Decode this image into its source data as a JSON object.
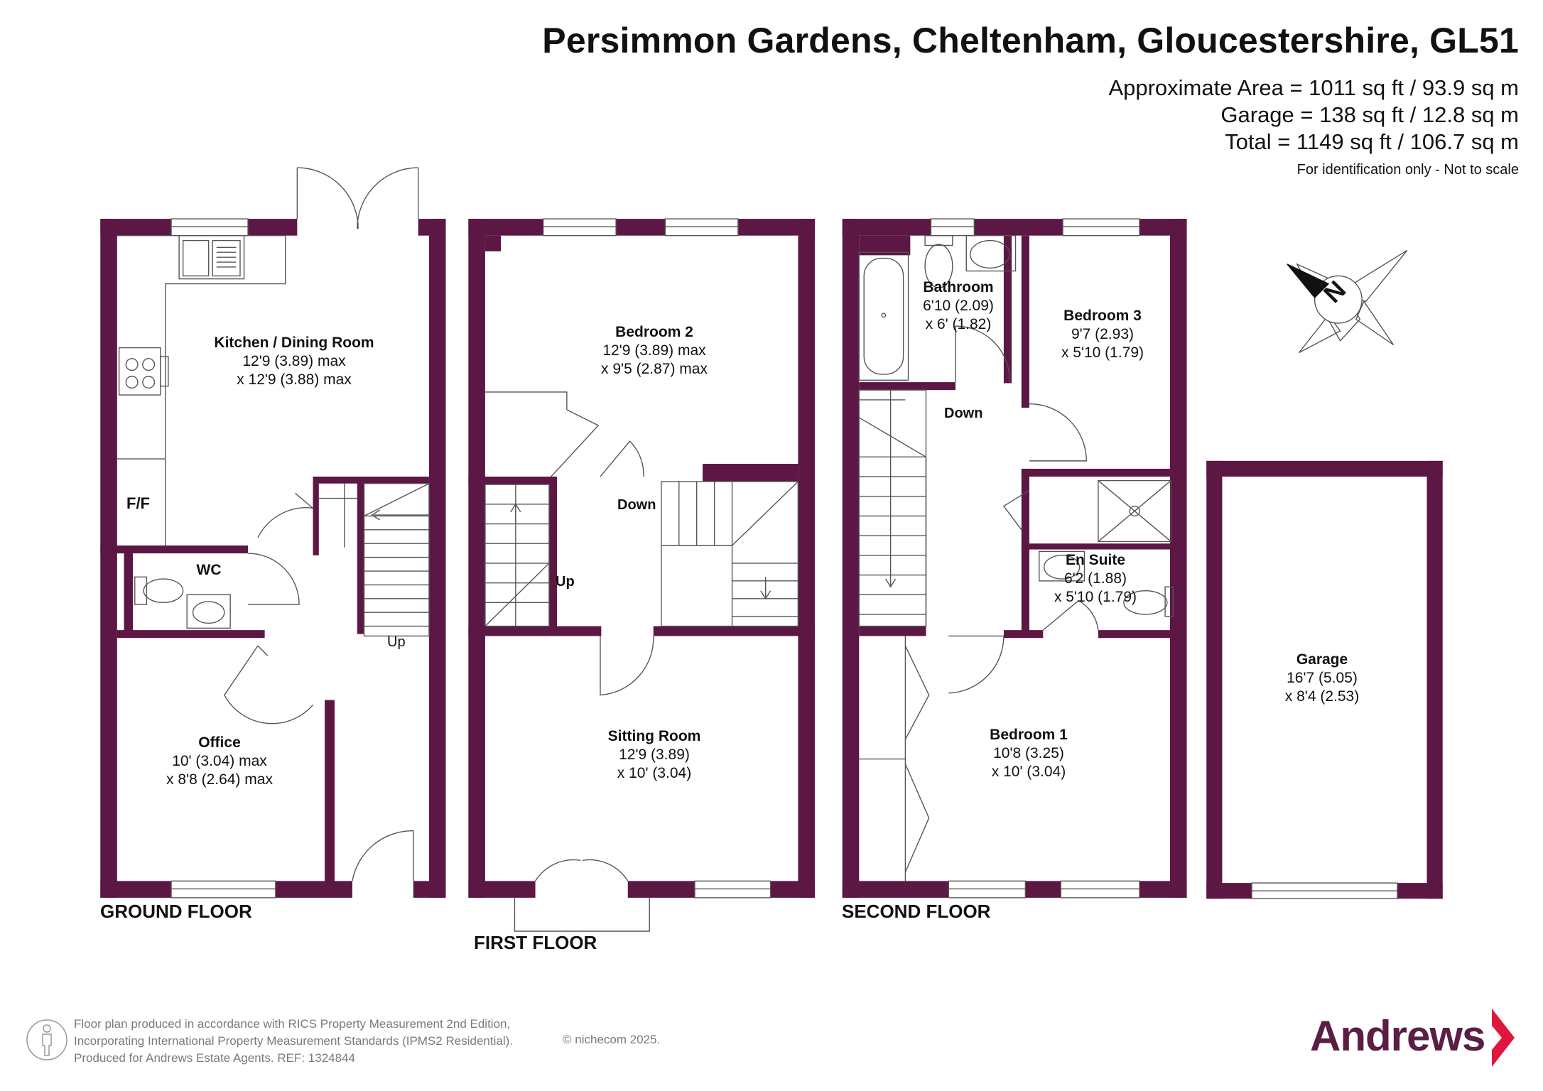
{
  "header": {
    "title": "Persimmon Gardens, Cheltenham, Gloucestershire, GL51",
    "area_main": "Approximate Area = 1011 sq ft / 93.9 sq m",
    "area_garage": "Garage = 138 sq ft / 12.8 sq m",
    "area_total": "Total = 1149 sq ft / 106.7 sq m",
    "disclaimer": "For identification only - Not to scale"
  },
  "colors": {
    "wall": "#5c1744",
    "line": "#444444",
    "brand": "#5a1e45",
    "accent": "#e0163c"
  },
  "floors": {
    "ground": "GROUND FLOOR",
    "first": "FIRST FLOOR",
    "second": "SECOND FLOOR"
  },
  "rooms": {
    "kitchen": {
      "name": "Kitchen / Dining Room",
      "dim1": "12'9 (3.89) max",
      "dim2": "x 12'9 (3.88) max"
    },
    "wc": {
      "name": "WC"
    },
    "office": {
      "name": "Office",
      "dim1": "10' (3.04) max",
      "dim2": "x 8'8 (2.64) max"
    },
    "bedroom2": {
      "name": "Bedroom 2",
      "dim1": "12'9 (3.89) max",
      "dim2": "x 9'5 (2.87) max"
    },
    "sitting": {
      "name": "Sitting Room",
      "dim1": "12'9 (3.89)",
      "dim2": "x 10' (3.04)"
    },
    "bathroom": {
      "name": "Bathroom",
      "dim1": "6'10 (2.09)",
      "dim2": "x 6' (1.82)"
    },
    "bedroom3": {
      "name": "Bedroom 3",
      "dim1": "9'7 (2.93)",
      "dim2": "x 5'10 (1.79)"
    },
    "ensuite": {
      "name": "En Suite",
      "dim1": "6'2 (1.88)",
      "dim2": "x 5'10 (1.79)"
    },
    "bedroom1": {
      "name": "Bedroom 1",
      "dim1": "10'8 (3.25)",
      "dim2": "x 10' (3.04)"
    },
    "garage": {
      "name": "Garage",
      "dim1": "16'7 (5.05)",
      "dim2": "x 8'4 (2.53)"
    }
  },
  "labels": {
    "ff": "F/F",
    "up_ground": "Up",
    "down_first": "Down",
    "up_first": "Up",
    "down_second": "Down"
  },
  "compass": {
    "letter": "N"
  },
  "footer": {
    "line1": "Floor plan produced in accordance with RICS Property Measurement 2nd Edition,",
    "line2": "Incorporating International Property Measurement Standards (IPMS2 Residential).",
    "line3": "Produced for Andrews Estate Agents.   REF: 1324844",
    "credit": "© nichecom 2025.",
    "brand": "Andrews"
  }
}
